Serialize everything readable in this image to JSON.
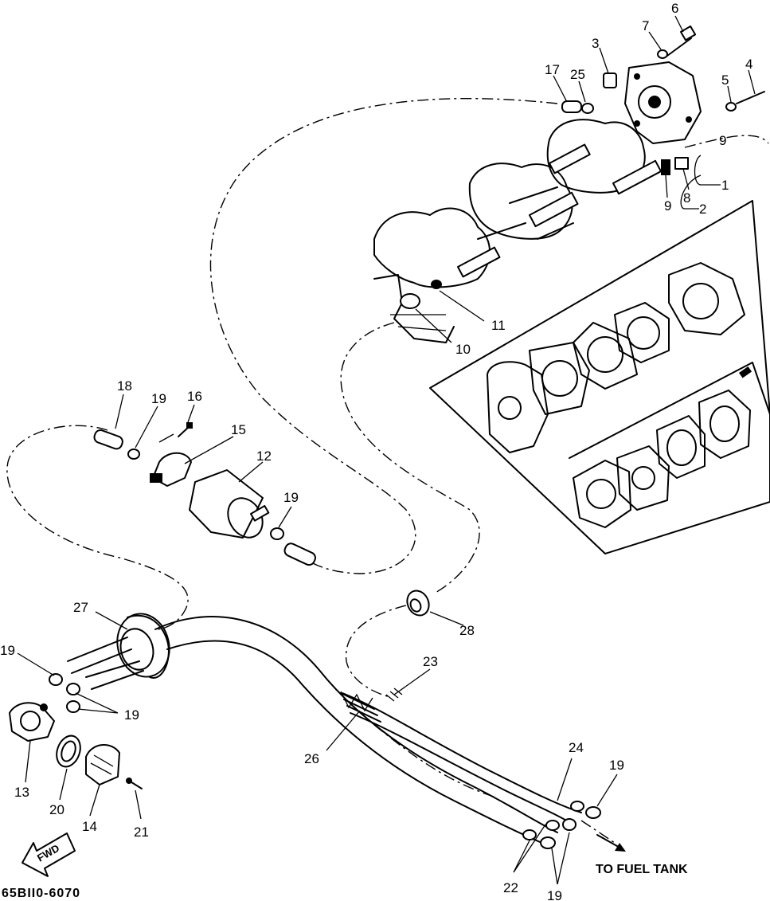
{
  "diagram_code": "65BII0-6070",
  "direction_label": "TO FUEL TANK",
  "fwd_arrow_label": "FWD",
  "callouts": {
    "c1": "1",
    "c2": "2",
    "c3": "3",
    "c4": "4",
    "c5": "5",
    "c6": "6",
    "c7": "7",
    "c8": "8",
    "c9a": "9",
    "c9b": "9",
    "c10": "10",
    "c11": "11",
    "c12": "12",
    "c13": "13",
    "c14": "14",
    "c15": "15",
    "c16": "16",
    "c17": "17",
    "c18": "18",
    "c19a": "19",
    "c19b": "19",
    "c19c": "19",
    "c19d": "19",
    "c19e": "19",
    "c19f": "19",
    "c20": "20",
    "c21": "21",
    "c22": "22",
    "c23": "23",
    "c24": "24",
    "c25": "25",
    "c26": "26",
    "c27": "27",
    "c28": "28"
  }
}
